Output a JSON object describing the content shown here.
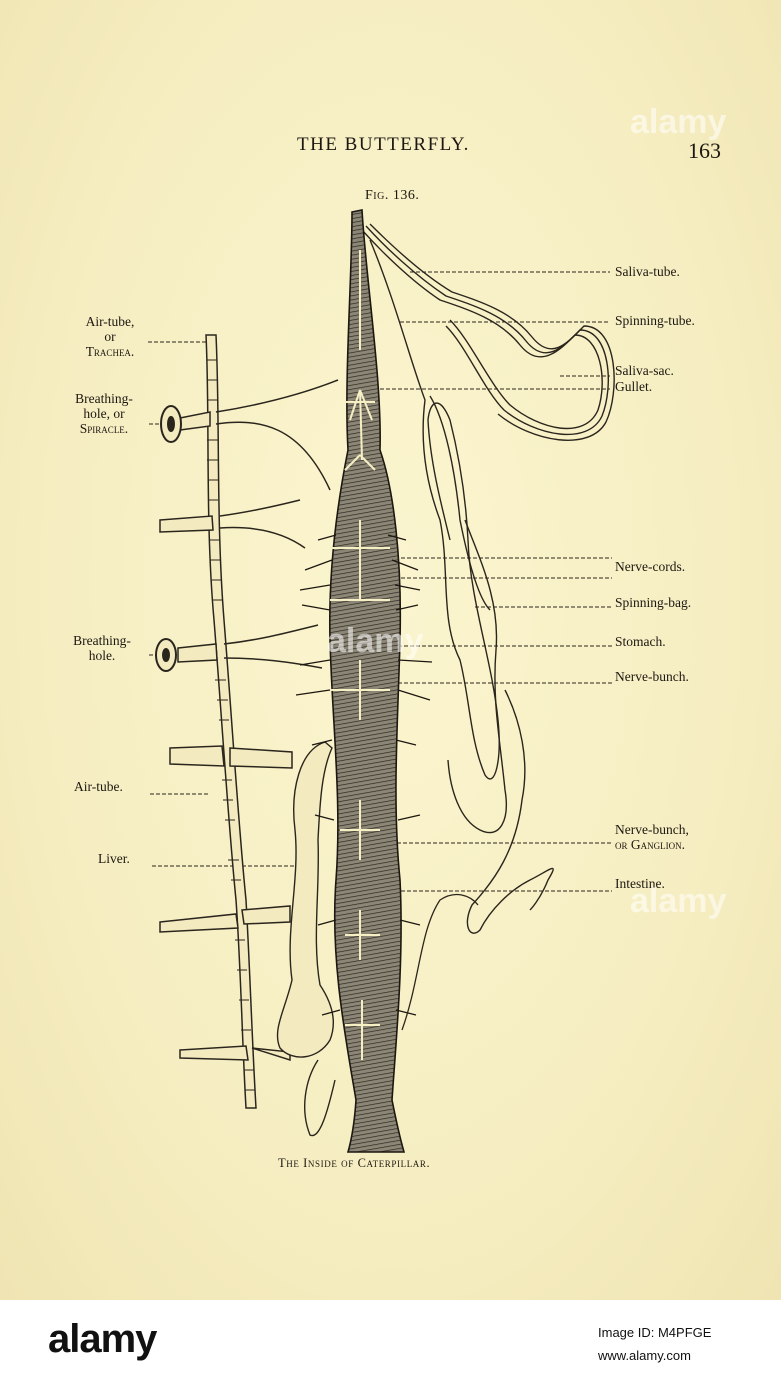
{
  "header": {
    "title": "THE BUTTERFLY.",
    "page_number": "163"
  },
  "figure": {
    "number": "Fig. 136.",
    "caption": "The Inside of Caterpillar.",
    "labels_right": [
      "Saliva-tube.",
      "Spinning-tube.",
      "Saliva-sac.",
      "Gullet.",
      "Nerve-cords.",
      "Spinning-bag.",
      "Stomach.",
      "Nerve-bunch.",
      "Nerve-bunch,",
      "or Ganglion.",
      "Intestine."
    ],
    "labels_left": {
      "air_tube_1": "Air-tube,",
      "air_tube_2": "or",
      "air_tube_3": "Trachea.",
      "breathing_1": "Breathing-",
      "breathing_2": "hole, or",
      "breathing_3": "Spiracle.",
      "breathing2_1": "Breathing-",
      "breathing2_2": "hole.",
      "air_tube_b": "Air-tube.",
      "liver": "Liver."
    }
  },
  "footer": {
    "logo": "alamy",
    "image_id": "Image ID: M4PFGE",
    "url": "www.alamy.com"
  },
  "watermarks": [
    "alamy",
    "alamy",
    "alamy"
  ]
}
